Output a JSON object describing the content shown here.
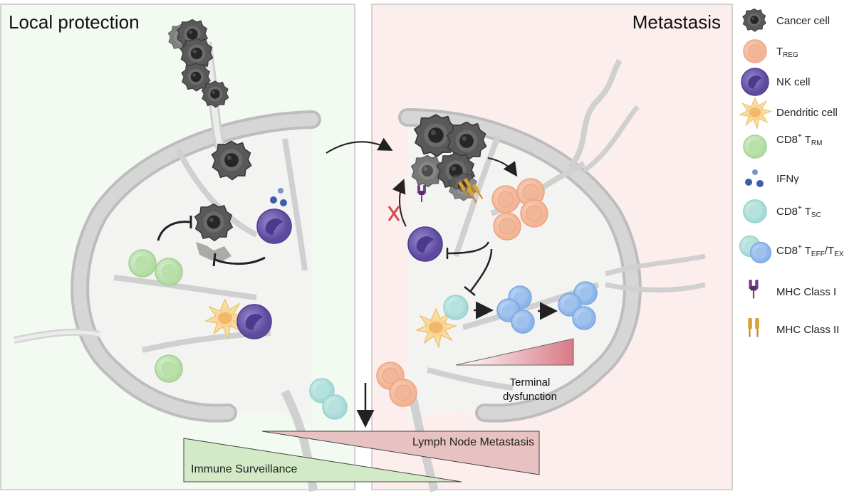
{
  "panels": {
    "left_title": "Local protection",
    "right_title": "Metastasis"
  },
  "labels": {
    "terminal_line1": "Terminal",
    "terminal_line2": "dysfunction",
    "lymph_node_metastasis": "Lymph Node Metastasis",
    "immune_surveillance": "Immune Surveillance"
  },
  "legend": [
    {
      "key": "cancer",
      "label": "Cancer cell",
      "icon": "cancer-cell-icon"
    },
    {
      "key": "treg",
      "base": "T",
      "sub": "REG",
      "icon": "treg-cell-icon"
    },
    {
      "key": "nk",
      "label": "NK cell",
      "icon": "nk-cell-icon"
    },
    {
      "key": "dc",
      "label": "Dendritic cell",
      "icon": "dendritic-cell-icon"
    },
    {
      "key": "trm",
      "base": "CD8",
      "sup": "+",
      "mid": " T",
      "sub": "RM",
      "icon": "cd8-trm-icon"
    },
    {
      "key": "ifn",
      "label": "IFNγ",
      "icon": "ifn-gamma-icon"
    },
    {
      "key": "tsc",
      "base": "CD8",
      "sup": "+",
      "mid": " T",
      "sub": "SC",
      "icon": "cd8-tsc-icon"
    },
    {
      "key": "teff",
      "base": "CD8",
      "sup": "+",
      "mid": " T",
      "sub": "EFF",
      "mid2": "/T",
      "sub2": "EX",
      "icon": "cd8-teff-tex-icon"
    },
    {
      "key": "mhc1",
      "label": "MHC Class I",
      "icon": "mhc-class-i-icon"
    },
    {
      "key": "mhc2",
      "label": "MHC Class II",
      "icon": "mhc-class-ii-icon"
    }
  ],
  "colors": {
    "left_bg": "#f2faf1",
    "right_bg": "#fdeeee",
    "node_gray": "#c9c9c9",
    "cancer": "#4a4a4a",
    "treg": "#f6c4a8",
    "nk": "#7561b0",
    "dendritic": "#f9dd96",
    "trm": "#c6e8b9",
    "tsc": "#bfe5e3",
    "teff": "#a9c8ee",
    "mhc1": "#7b3d8c",
    "mhc2": "#d9a033",
    "red_x": "#d34a4a",
    "metastasis_tri": "#e7b5b5",
    "surveillance_tri": "#cfe8c4"
  }
}
